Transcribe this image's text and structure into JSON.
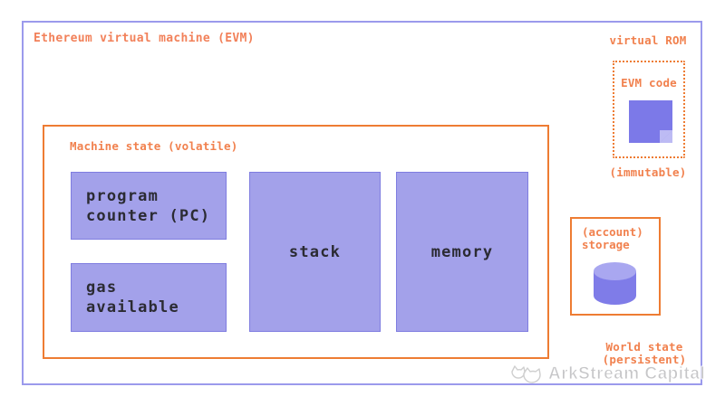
{
  "evm": {
    "title": "Ethereum virtual machine (EVM)"
  },
  "machine_state": {
    "label": "Machine state (volatile)",
    "program_counter": "program\ncounter (PC)",
    "gas_available": "gas\navailable",
    "stack": "stack",
    "memory": "memory"
  },
  "virtual_rom": {
    "label": "virtual ROM",
    "evm_code": "EVM code",
    "immutable": "(immutable)"
  },
  "world_state": {
    "account_storage": "(account)\nstorage",
    "label": "World state\n(persistent)"
  },
  "watermark": {
    "text": "ArkStream Capital"
  },
  "icons": {
    "evm_code": "sticky-note-icon",
    "account_storage": "database-cylinder-icon",
    "watermark": "arkstream-cloud-logo-icon"
  },
  "colors": {
    "accent_orange_border": "#ee7c33",
    "accent_orange_text": "#f1814e",
    "outer_border_purple": "#9b9aec",
    "box_fill_purple": "#a3a1ea",
    "box_border_purple": "#7f7de0",
    "note_purple": "#7c79e8",
    "note_fold_purple": "#bdbbf4",
    "cylinder_body_purple": "#7f7ce8",
    "cylinder_top_purple": "#a9a7f0",
    "box_text_dark": "#2b2b33",
    "watermark_gray": "#c6c6c8"
  }
}
